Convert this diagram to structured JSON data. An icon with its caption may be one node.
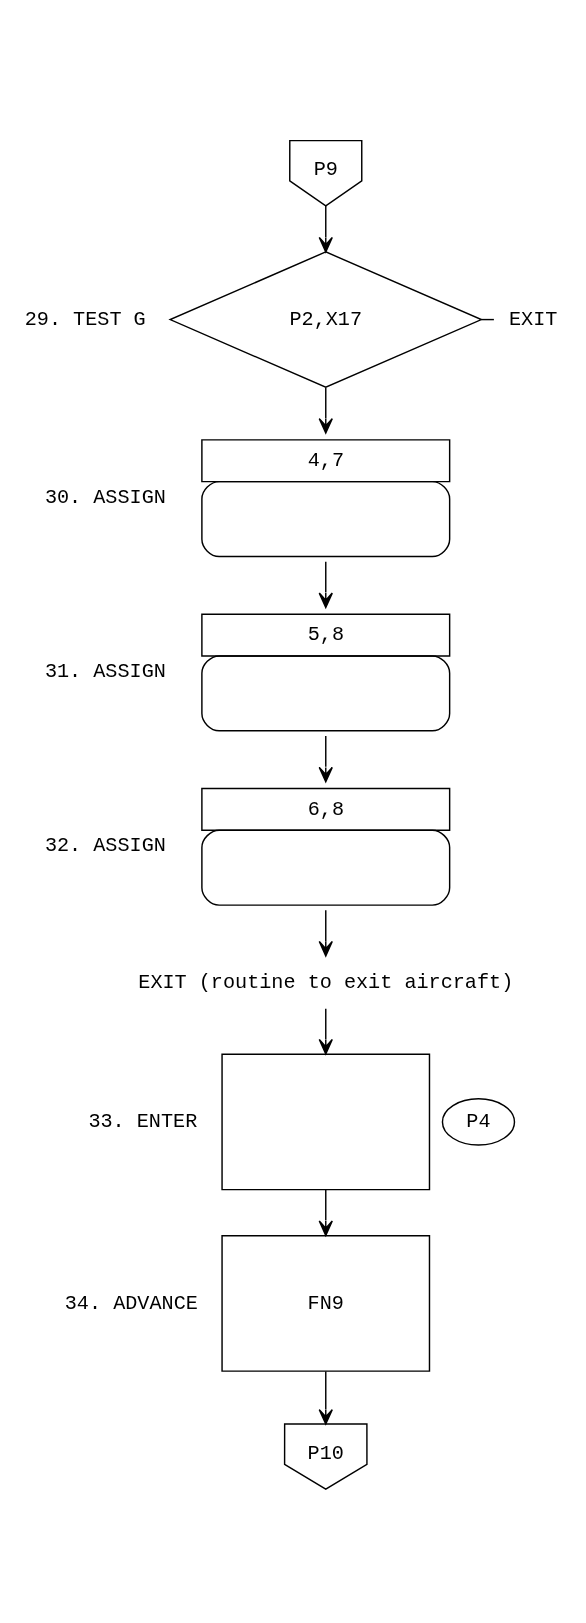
{
  "diagram": {
    "nodes": [
      {
        "text": [
          "P9"
        ]
      },
      {
        "text": [
          "P2,X17"
        ],
        "beside": [
          "29. TEST G"
        ]
      },
      {
        "text": [
          "EXIT"
        ]
      },
      {
        "text": [
          "4,7"
        ],
        "beside": [
          "30. ASSIGN"
        ]
      },
      {
        "text": [
          "5,8"
        ],
        "beside": [
          "31. ASSIGN"
        ]
      },
      {
        "text": [
          "6,8"
        ],
        "beside": [
          "32. ASSIGN"
        ]
      },
      {
        "text": [
          "EXIT (routine to exit aircraft)"
        ]
      },
      {
        "text": [],
        "shape": "box",
        "beside": [
          "33. ENTER"
        ]
      },
      {
        "text": [
          "P4"
        ]
      },
      {
        "text": [
          "FN9"
        ],
        "beside": [
          "34. ADVANCE"
        ]
      },
      {
        "text": [
          "P10"
        ]
      }
    ],
    "edges": [
      {
        "from": 0,
        "to": 1,
        "arrow": "to"
      },
      {
        "from": 1,
        "to": 2,
        "arrow": "none"
      },
      {
        "from": 1,
        "to": 3,
        "arrow": "to"
      },
      {
        "from": 3,
        "to": 4,
        "arrow": "to"
      },
      {
        "from": 4,
        "to": 5,
        "arrow": "to"
      },
      {
        "from": 5,
        "to": 6,
        "arrow": "to"
      },
      {
        "from": 6,
        "to": 7,
        "arrow": "to"
      },
      {
        "from": 7,
        "to": 9,
        "arrow": "to"
      },
      {
        "from": 9,
        "to": 10,
        "arrow": "to"
      }
    ]
  }
}
